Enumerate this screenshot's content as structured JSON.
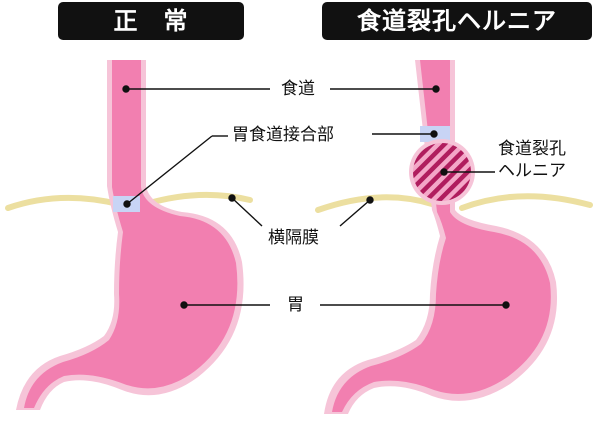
{
  "headers": {
    "normal": "正　常",
    "hernia": "食道裂孔ヘルニア"
  },
  "labels": {
    "esophagus": "食道",
    "gej": "胃食道接合部",
    "diaphragm": "横隔膜",
    "stomach": "胃",
    "hernia_line1": "食道裂孔",
    "hernia_line2": "ヘルニア"
  },
  "colors": {
    "organ_fill": "#f27fb0",
    "organ_outline": "#f6c4d8",
    "junction": "#c8d4f5",
    "diaphragm": "#ecdfa0",
    "hernia_stripe": "#b01d5e",
    "header_bg": "#111111",
    "header_text": "#ffffff"
  }
}
